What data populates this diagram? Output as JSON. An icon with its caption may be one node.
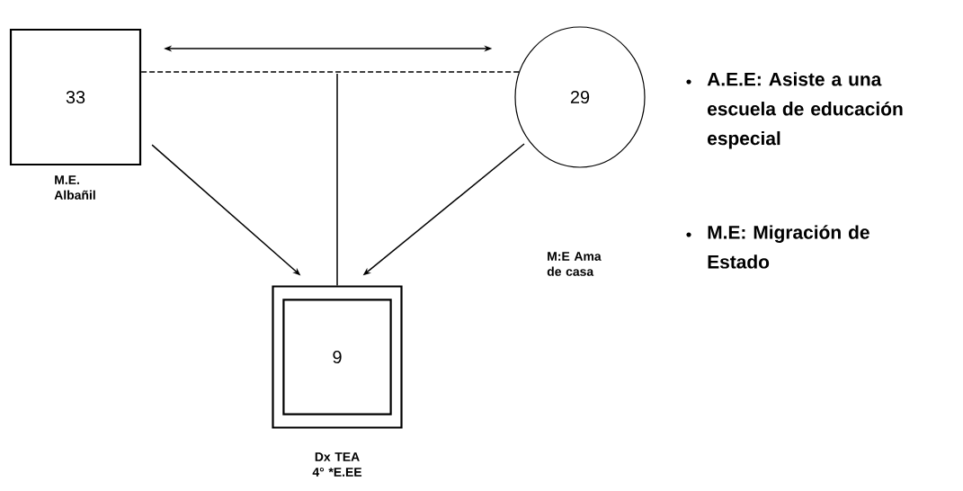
{
  "diagram": {
    "nodes": [
      {
        "text": [
          "33"
        ],
        "beside": [
          "M.E. Albañil"
        ]
      },
      {
        "text": [
          "29"
        ]
      },
      {
        "text": [
          "9"
        ],
        "beside": [
          "Dx TEA 4° *E.EE"
        ]
      }
    ],
    "edges": [
      {
        "from": 0,
        "to": 1,
        "arrow": "both"
      },
      {
        "from": 0,
        "to": 1,
        "arrow": "none",
        "style": "dashed"
      },
      {
        "from": null,
        "to": 2,
        "arrow": "none"
      },
      {
        "from": 0,
        "to": 2,
        "arrow": "to"
      },
      {
        "from": 1,
        "to": 2,
        "arrow": "to"
      }
    ],
    "labels": [
      "M:E Ama de casa",
      "A.E.E: Asiste a una escuela de educación especial",
      "M.E: Migración de Estado"
    ]
  }
}
